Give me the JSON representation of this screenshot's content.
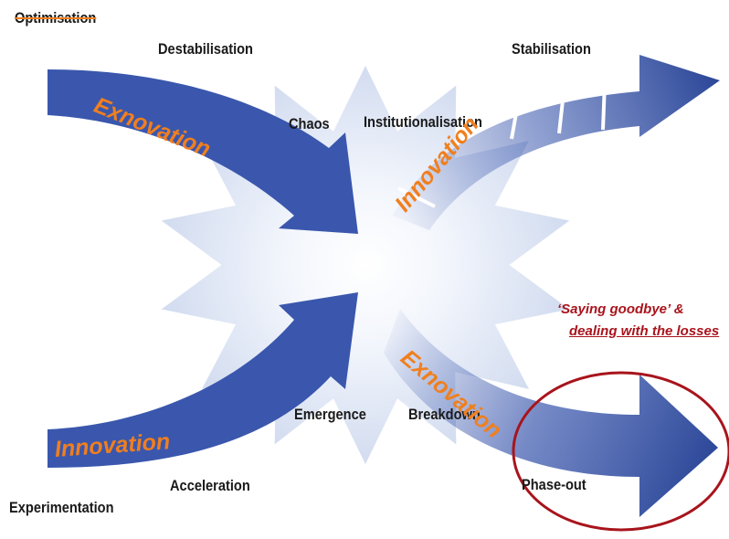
{
  "stage_labels": {
    "optimisation": "Optimisation",
    "destabilisation": "Destabilisation",
    "chaos": "Chaos",
    "institutionalisation": "Institutionalisation",
    "stabilisation": "Stabilisation",
    "emergence": "Emergence",
    "breakdown": "Breakdown",
    "acceleration": "Acceleration",
    "experimentation": "Experimentation",
    "phase_out": "Phase-out"
  },
  "flow_labels": {
    "exnovation_top": "Exnovation",
    "innovation_top": "Innovation",
    "innovation_bottom": "Innovation",
    "exnovation_bottom": "Exnovation"
  },
  "annotation": {
    "line1": "‘Saying goodbye’ &",
    "line2": "dealing with the losses"
  },
  "colors": {
    "arrow_blue": "#3a57ad",
    "arrow_dark": "#2f4a9a",
    "burst": "#d7e1f1",
    "label_orange": "#f07f1e",
    "annotation_red": "#a8141c"
  }
}
